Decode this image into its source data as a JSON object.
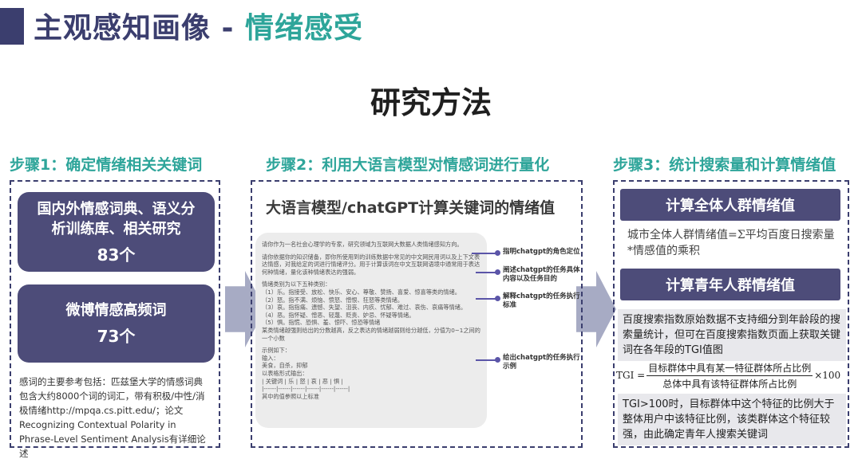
{
  "title": {
    "main": "主观感知画像 - ",
    "accent": "情绪感受"
  },
  "heading": "研究方法",
  "step1": {
    "title": "步骤1：确定情绪相关关键词",
    "pill1": {
      "label": "国内外情感词典、语义分析训练库、相关研究",
      "count": "83个"
    },
    "pill2": {
      "label": "微博情感高频词",
      "count": "73个"
    },
    "note": "感词的主要参考包括：匹兹堡大学的情感词典包含大约8000个词的词汇，带有积极/中性/消极情绪http://mpqa.cs.pitt.edu/；论文Recognizing Contextual Polarity in Phrase-Level Sentiment Analysis有详细论述"
  },
  "step2": {
    "title": "步骤2：利用大语言模型对情感词进行量化",
    "heading": "大语言模型/chatGPT计算关键词的情绪值",
    "prompt": {
      "p1": "请你作为一名社会心理学的专家，研究领域为互联网大数据人类情绪感知方向。",
      "p2": "请你依据你的知识储备，即你所使用到的训练数据中常见的中文网民用词以及上下文表达情感，对我给定的词进行情绪评分。用于计算该词在中文互联网语境中通常用于表达何种情绪，量化该种情绪表达的强弱。",
      "p3": "情绪类别为以下五种类别：",
      "p4": "（1）乐。指接受、放松、快乐、安心、尊敬、赞扬、喜爱、惊喜等类的情绪。",
      "p5": "（2）怒。指不满、烦恼、愤怒、憎恨、狂怒等类情绪。",
      "p6": "（3）哀。指指痛、遗憾、失望、沮丧、内疚、忧郁、难过、哀伤、哀痛等情绪。",
      "p7": "（4）恶。指怀疑、憎恶、轻蔑、贬责、妒忌、怀疑等情绪。",
      "p8": "（5）惧。指慌、恐惧、羞、惊吓、惊恐等情绪",
      "p9": "某类情绪越强则给出的分数越高，反之表达的情绪越弱则给分越低，分值为0~1之间的一个小数",
      "p10": "示例如下：",
      "p11": "输入：",
      "p12": "美食，自杀，抑郁",
      "p13": "以表格形式输出：",
      "p14": "| 关键词 | 乐 | 怒 | 哀 | 恶 | 惧 |",
      "p15": "|------|------|------|------|------|------|",
      "p16": "其中的值参照以上标准"
    },
    "annotations": {
      "a1": "指明chatgpt的角色定位",
      "a2": "阐述chatgpt的任务具体内容以及任务目的",
      "a3": "解释chatgpt的任务执行标准",
      "a4": "给出chatgpt的任务执行示例"
    }
  },
  "step3": {
    "title": "步骤3：统计搜索量和计算情绪值",
    "head1": "计算全体人群情绪值",
    "text1": "城市全体人群情绪值=Σ平均百度日搜索量*情感值的乘积",
    "head2": "计算青年人群情绪值",
    "box1": "百度搜索指数原始数据不支持细分到年龄段的搜索量统计，但可在百度搜索指数页面上获取关键词在各年段的TGI值图",
    "formula": {
      "lhs": "TGI =",
      "numerator": "目标群体中具有某一特征群体所占比例",
      "denominator": "总体中具有该特征群体所占比例",
      "rhs": "×100"
    },
    "box2": "TGI>100时，目标群体中这个特征的比例大于整体用户中该特征比例，该类群体这个特征较强，由此确定青年人搜索关键词"
  }
}
